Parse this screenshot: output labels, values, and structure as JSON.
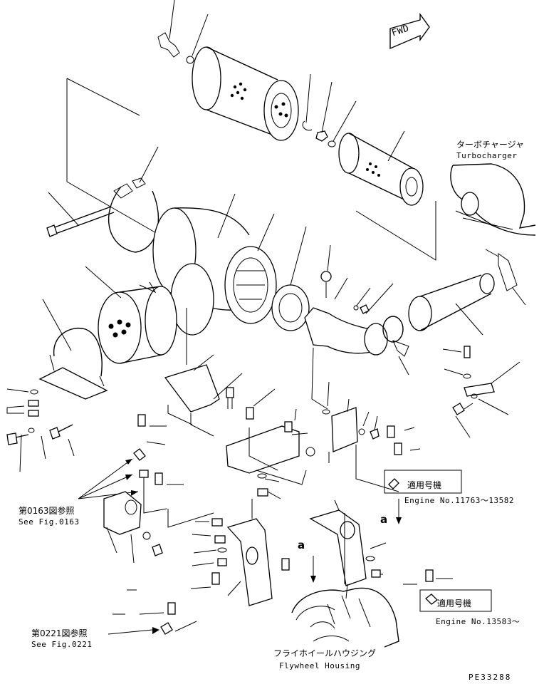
{
  "fwd_sign": "FWD",
  "turbocharger": {
    "jp": "ターボチャージャ",
    "en": "Turbocharger"
  },
  "ref_0163": {
    "jp": "第0163図参照",
    "en": "See Fig.0163"
  },
  "ref_0221": {
    "jp": "第0221図参照",
    "en": "See Fig.0221"
  },
  "serial_box_1": {
    "jp": "適用号機",
    "en": "Engine No.11763〜13582"
  },
  "serial_box_2": {
    "jp": "適用号機",
    "en": "Engine No.13583〜"
  },
  "flywheel_housing": {
    "jp": "フライホイールハウジング",
    "en": "Flywheel Housing"
  },
  "view_mark_a": "a",
  "drawing_number": "PE33288"
}
